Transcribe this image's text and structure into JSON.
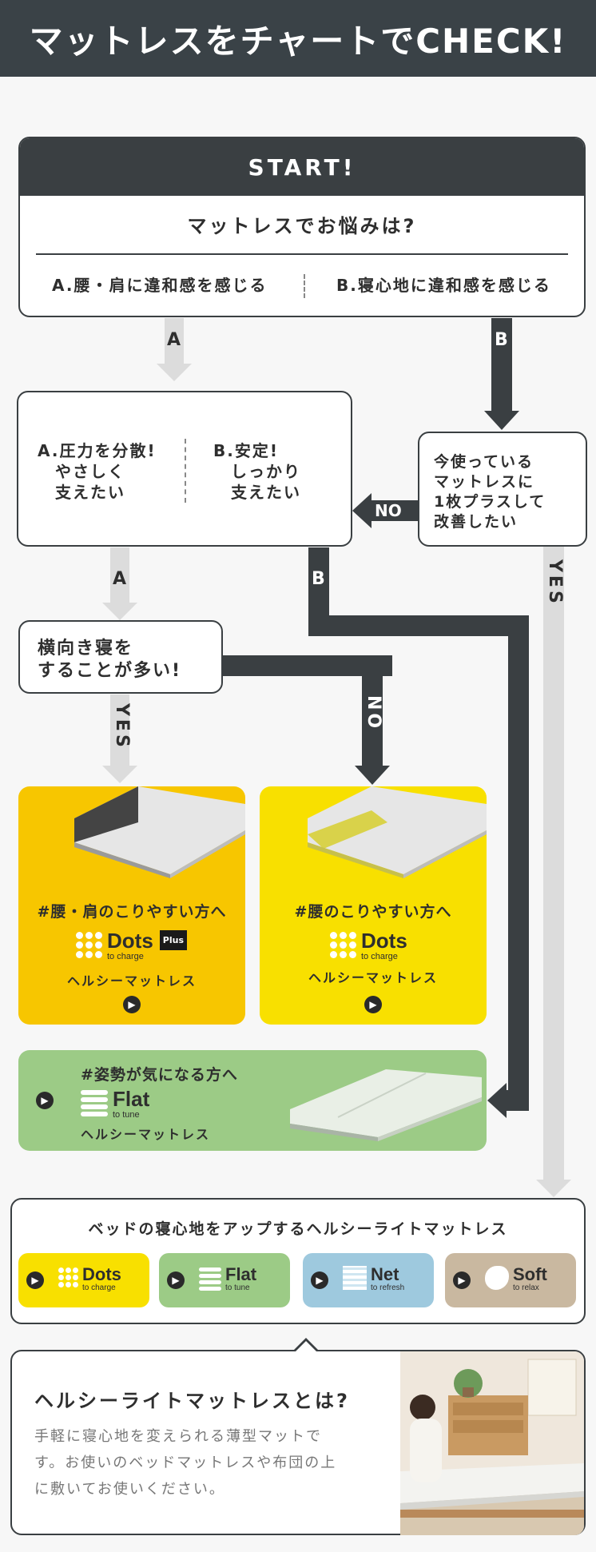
{
  "header": {
    "title": "マットレスをチャートでCHECK!"
  },
  "start": {
    "head": "START!",
    "question": "マットレスでお悩みは?",
    "option_a": "A.腰・肩に違和感を感じる",
    "option_b": "B.寝心地に違和感を感じる"
  },
  "labels": {
    "a": "A",
    "b": "B",
    "no": "NO",
    "yes": "YES"
  },
  "step_ab": {
    "option_a": "A.圧力を分散!\n　やさしく\n　支えたい",
    "option_b": "B.安定!\n　しっかり\n　支えたい"
  },
  "step_now": {
    "text": "今使っている\nマットレスに\n1枚プラスして\n改善したい"
  },
  "step_side": {
    "text": "横向き寝を\nすることが多い!"
  },
  "cards": [
    {
      "hash": "#腰・肩のこりやすい方へ",
      "name": "Dots",
      "sub": "to charge",
      "badge": "Plus",
      "kind": "ヘルシーマットレス",
      "color": "#f7c600"
    },
    {
      "hash": "#腰のこりやすい方へ",
      "name": "Dots",
      "sub": "to charge",
      "kind": "ヘルシーマットレス",
      "color": "#f8e000"
    },
    {
      "hash": "#姿勢が気になる方へ",
      "name": "Flat",
      "sub": "to tune",
      "kind": "ヘルシーマットレス",
      "color": "#9ccb86"
    }
  ],
  "light": {
    "title": "ベッドの寝心地をアップするヘルシーライトマットレス",
    "items": [
      {
        "name": "Dots",
        "sub": "to charge",
        "color": "#f8e000"
      },
      {
        "name": "Flat",
        "sub": "to tune",
        "color": "#9ccb86"
      },
      {
        "name": "Net",
        "sub": "to refresh",
        "color": "#9ec9de"
      },
      {
        "name": "Soft",
        "sub": "to relax",
        "color": "#c9b8a0"
      }
    ]
  },
  "about": {
    "title": "ヘルシーライトマットレスとは?",
    "desc": "手軽に寝心地を変えられる薄型マットで\nす。お使いのベッドマットレスや布団の上\nに敷いてお使いください。"
  },
  "icons": {
    "go": "chevron-right-icon"
  },
  "colors": {
    "dark": "#3a3f42",
    "light_arrow": "#dcdcdc",
    "yellow": "#f7c600",
    "green": "#9ccb86"
  }
}
